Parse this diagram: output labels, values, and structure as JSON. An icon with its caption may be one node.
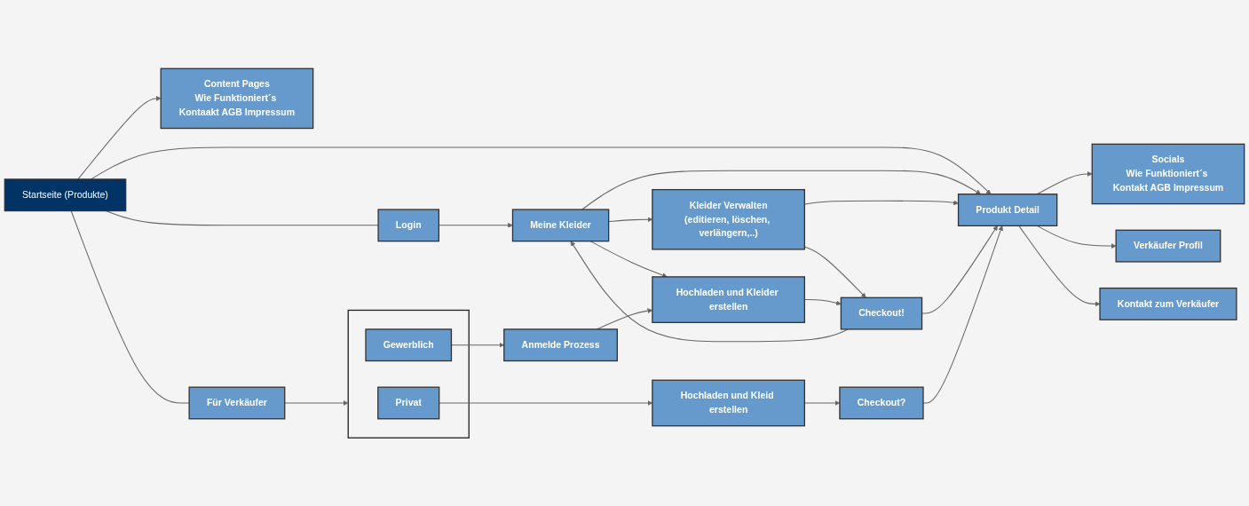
{
  "diagram": {
    "nodes": [
      {
        "text": [
          "Content Pages",
          "Wie Funktioniert´s Kontaakt AGB Impressum"
        ]
      },
      {
        "text": [
          "Socials",
          "Wie Funktioniert´s Kontakt AGB Impressum"
        ]
      },
      {
        "text": [
          "Startseite (Produkte)"
        ]
      },
      {
        "text": [
          "Für Verkäufer"
        ]
      },
      {
        "text": [
          "Login"
        ]
      },
      {
        "text": [
          "Produkt Detail"
        ]
      },
      {
        "text": [
          "Meine Kleider"
        ]
      },
      {
        "text": [
          "Kleider Verwalten",
          "(editieren, löschen, verlängern,..)"
        ]
      },
      {
        "text": [
          "Verkäufer Profil"
        ]
      },
      {
        "text": [
          "Kontakt zum Verkäufer"
        ]
      },
      {
        "text": [],
        "shape": "box"
      },
      {
        "text": [
          "Privat"
        ],
        "in": 10
      },
      {
        "text": [
          "Gewerblich"
        ],
        "in": 10
      },
      {
        "text": [
          "Hochladen und Kleid erstellen"
        ]
      },
      {
        "text": [
          "Anmelde Prozess"
        ]
      },
      {
        "text": [
          "Hochladen und Kleider erstellen"
        ]
      },
      {
        "text": [
          "Checkout!"
        ]
      },
      {
        "text": [
          "Checkout?"
        ]
      }
    ],
    "edges": [
      {
        "from": 2,
        "to": 0,
        "arrow": "to"
      },
      {
        "from": 2,
        "to": 3,
        "arrow": "none"
      },
      {
        "from": 2,
        "to": 4,
        "arrow": "none"
      },
      {
        "from": 2,
        "to": 5,
        "arrow": "to"
      },
      {
        "from": 5,
        "to": 1,
        "arrow": "to"
      },
      {
        "from": 3,
        "to": 10,
        "arrow": "to"
      },
      {
        "from": 4,
        "to": 6,
        "arrow": "to"
      },
      {
        "from": 6,
        "to": 5,
        "arrow": "to"
      },
      {
        "from": 6,
        "to": 7,
        "arrow": "to"
      },
      {
        "from": 7,
        "to": 5,
        "arrow": "to"
      },
      {
        "from": 5,
        "to": 8,
        "arrow": "to"
      },
      {
        "from": 5,
        "to": 9,
        "arrow": "to"
      },
      {
        "from": 6,
        "to": 15,
        "arrow": "to"
      },
      {
        "from": 7,
        "to": 16,
        "arrow": "to"
      },
      {
        "from": 11,
        "to": 13,
        "arrow": "to"
      },
      {
        "from": 12,
        "to": 14,
        "arrow": "to"
      },
      {
        "from": 14,
        "to": 15,
        "arrow": "to"
      },
      {
        "from": 15,
        "to": 16,
        "arrow": "to"
      },
      {
        "from": 13,
        "to": 17,
        "arrow": "to"
      },
      {
        "from": 16,
        "to": 6,
        "arrow": "to"
      },
      {
        "from": 16,
        "to": 5,
        "arrow": "to"
      },
      {
        "from": 17,
        "to": 5,
        "arrow": "to"
      }
    ]
  }
}
